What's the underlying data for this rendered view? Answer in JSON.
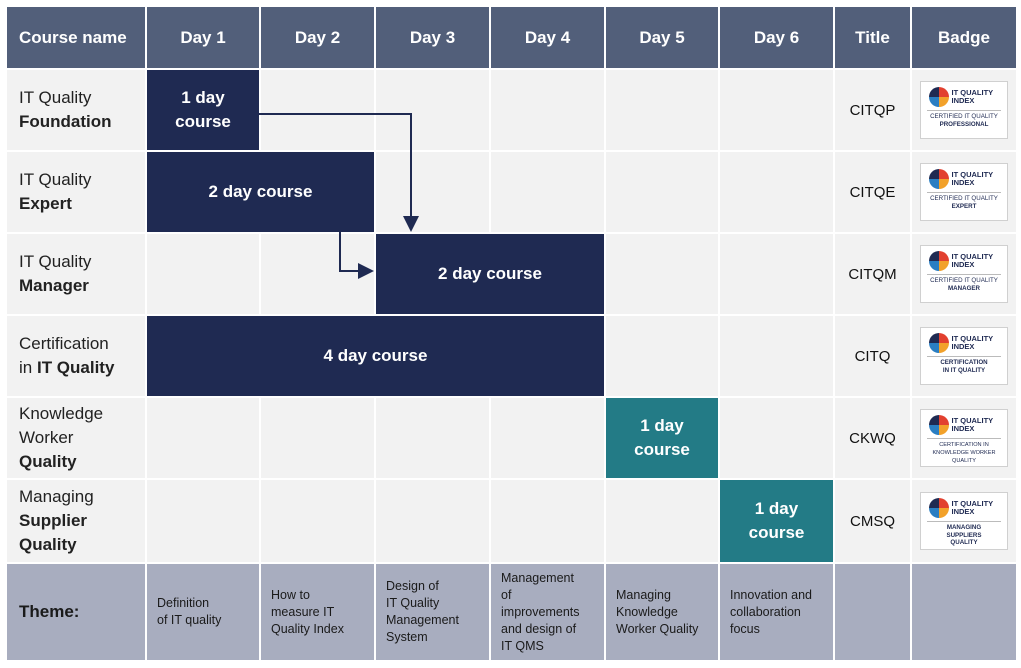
{
  "header": {
    "course_name": "Course name",
    "days": [
      "Day 1",
      "Day 2",
      "Day 3",
      "Day 4",
      "Day 5",
      "Day 6"
    ],
    "title": "Title",
    "badge": "Badge"
  },
  "rows": [
    {
      "name_line1": "IT Quality",
      "name_bold": "Foundation",
      "title": "CITQP",
      "course_label": "1 day\ncourse",
      "badge": {
        "brand": "IT QUALITY INDEX",
        "cap1": "CERTIFIED IT QUALITY",
        "cap2": "PROFESSIONAL"
      }
    },
    {
      "name_line1": "IT Quality",
      "name_bold": "Expert",
      "title": "CITQE",
      "course_label": "2 day course",
      "badge": {
        "brand": "IT QUALITY INDEX",
        "cap1": "CERTIFIED IT QUALITY",
        "cap2": "EXPERT"
      }
    },
    {
      "name_line1": "IT Quality",
      "name_bold": "Manager",
      "title": "CITQM",
      "course_label": "2 day course",
      "badge": {
        "brand": "IT QUALITY INDEX",
        "cap1": "CERTIFIED IT QUALITY",
        "cap2": "MANAGER"
      }
    },
    {
      "name_line1": "Certification",
      "name_line2_prefix": "in ",
      "name_bold": "IT Quality",
      "title": "CITQ",
      "course_label": "4 day course",
      "badge": {
        "brand": "IT QUALITY INDEX",
        "cap1": "CERTIFICATION",
        "cap2": "IN IT QUALITY"
      }
    },
    {
      "name_line1": "Knowledge",
      "name_line2": "Worker",
      "name_bold": "Quality",
      "title": "CKWQ",
      "course_label": "1 day\ncourse",
      "badge": {
        "brand": "IT QUALITY INDEX",
        "cap1": "CERTIFICATION IN",
        "cap2": "KNOWLEDGE WORKER QUALITY"
      }
    },
    {
      "name_line1": "Managing",
      "name_bold": "Supplier",
      "name_bold2": "Quality",
      "title": "CMSQ",
      "course_label": "1 day\ncourse",
      "badge": {
        "brand": "IT QUALITY INDEX",
        "cap1": "MANAGING",
        "cap2": "SUPPLIERS",
        "cap3": "QUALITY"
      }
    }
  ],
  "theme": {
    "label": "Theme:",
    "items": [
      "Definition\nof IT quality",
      "How to\nmeasure IT\nQuality Index",
      "Design of\nIT Quality\nManagement\nSystem",
      "Management\nof\nimprovements\nand design of\nIT QMS",
      "Managing\nKnowledge\nWorker Quality",
      "Innovation and\ncollaboration\nfocus"
    ]
  },
  "colors": {
    "header_bg": "#525f7a",
    "navy": "#1f2a52",
    "teal": "#237b86",
    "theme_bg": "#a8adbf",
    "cell_bg": "#f2f2f2"
  }
}
